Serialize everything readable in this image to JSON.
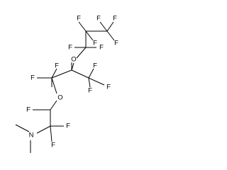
{
  "structure": {
    "atom_labels": {
      "f1": "F",
      "f2": "F",
      "f3": "F",
      "f4": "F",
      "f5": "F",
      "f6": "F",
      "f7": "F",
      "o1": "O",
      "f8": "F",
      "f9": "F",
      "f10": "F",
      "f11": "F",
      "f12": "F",
      "f13": "F",
      "o2": "O",
      "f14": "F",
      "f15": "F",
      "f16": "F",
      "n1": "N"
    }
  }
}
